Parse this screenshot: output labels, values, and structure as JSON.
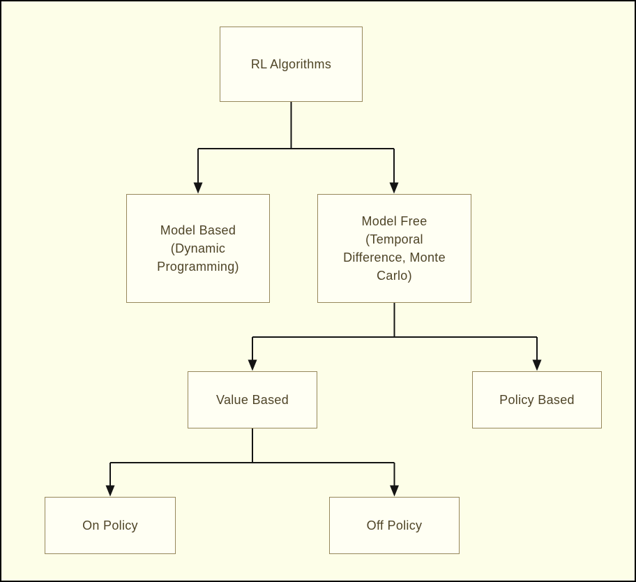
{
  "diagram": {
    "type": "flowchart",
    "direction": "top-down",
    "nodes": {
      "root": {
        "label": "RL Algorithms"
      },
      "model_based": {
        "label": "Model Based\n(Dynamic\nProgramming)"
      },
      "model_free": {
        "label": "Model Free\n(Temporal\nDifference, Monte\nCarlo)"
      },
      "value_based": {
        "label": "Value Based"
      },
      "policy_based": {
        "label": "Policy Based"
      },
      "on_policy": {
        "label": "On Policy"
      },
      "off_policy": {
        "label": "Off Policy"
      }
    },
    "edges": [
      {
        "from": "RL Algorithms",
        "to": "Model Based (Dynamic Programming)"
      },
      {
        "from": "RL Algorithms",
        "to": "Model Free (Temporal Difference, Monte Carlo)"
      },
      {
        "from": "Model Free (Temporal Difference, Monte Carlo)",
        "to": "Value Based"
      },
      {
        "from": "Model Free (Temporal Difference, Monte Carlo)",
        "to": "Policy Based"
      },
      {
        "from": "Value Based",
        "to": "On Policy"
      },
      {
        "from": "Value Based",
        "to": "Off Policy"
      }
    ],
    "colors": {
      "page_background": "#FDFEE8",
      "page_border": "#000000",
      "node_fill": "#FFFFF3",
      "node_border": "#96875B",
      "node_text": "#4E4427",
      "edge": "#141414"
    }
  }
}
